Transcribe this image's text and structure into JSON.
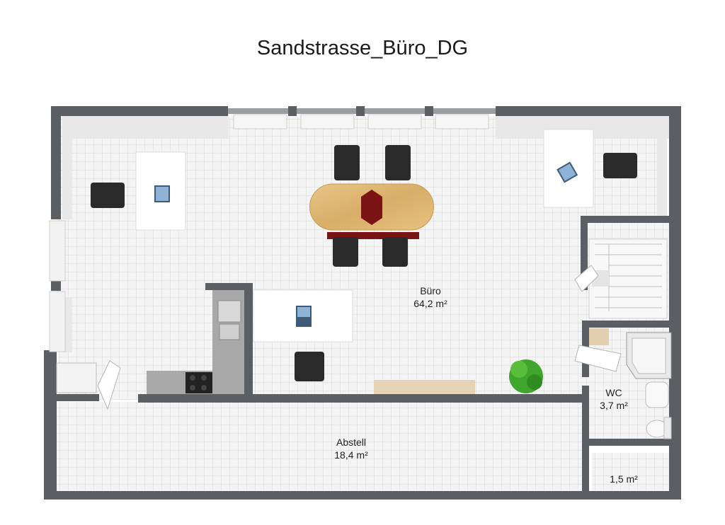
{
  "plan": {
    "title": "Sandstrasse_Büro_DG",
    "rooms": [
      {
        "id": "buero",
        "name": "Büro",
        "area": "64,2 m²"
      },
      {
        "id": "abstell",
        "name": "Abstell",
        "area": "18,4 m²"
      },
      {
        "id": "wc",
        "name": "WC",
        "area": "3,7 m²"
      },
      {
        "id": "small",
        "name": "",
        "area": "1,5 m²"
      }
    ]
  },
  "colors": {
    "wall": "#5b5e63",
    "wall_top": "#8a8d91",
    "floor": "#f4f4f4",
    "grid": "#d7d7d7",
    "table_wood": "#e0ba79",
    "table_center": "#7a1414",
    "plant": "#3fa52c",
    "counter": "#a8a8a8",
    "chair": "#2a2a2a",
    "laptop": "#3f5b78"
  }
}
